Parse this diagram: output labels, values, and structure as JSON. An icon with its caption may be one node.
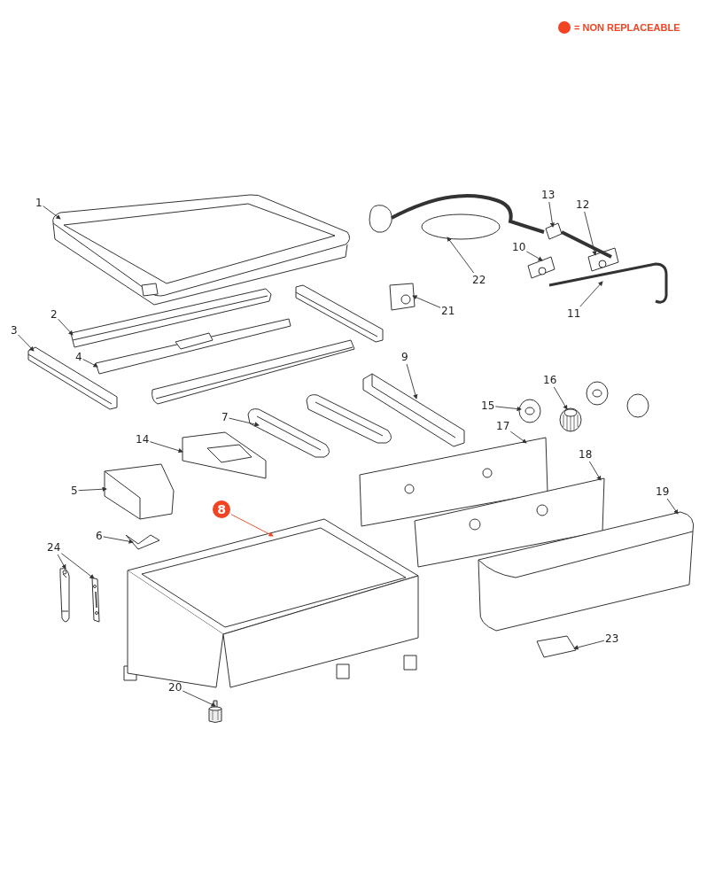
{
  "diagram": {
    "nodes": [
      {
        "text": [
          "1"
        ]
      },
      {
        "text": [
          "2"
        ]
      },
      {
        "text": [
          "3"
        ]
      },
      {
        "text": [
          "4"
        ]
      },
      {
        "text": [
          "5"
        ]
      },
      {
        "text": [
          "6"
        ]
      },
      {
        "text": [
          "7"
        ]
      },
      {
        "text": [
          "8"
        ]
      },
      {
        "text": [
          "9"
        ]
      },
      {
        "text": [
          "10"
        ]
      },
      {
        "text": [
          "11"
        ]
      },
      {
        "text": [
          "12"
        ]
      },
      {
        "text": [
          "13"
        ]
      },
      {
        "text": [
          "14"
        ]
      },
      {
        "text": [
          "15"
        ]
      },
      {
        "text": [
          "16"
        ]
      },
      {
        "text": [
          "17"
        ]
      },
      {
        "text": [
          "18"
        ]
      },
      {
        "text": [
          "19"
        ]
      },
      {
        "text": [
          "20"
        ]
      },
      {
        "text": [
          "21"
        ]
      },
      {
        "text": [
          "22"
        ]
      },
      {
        "text": [
          "23"
        ]
      },
      {
        "text": [
          "24"
        ]
      },
      {
        "text": [],
        "shape": "picture"
      },
      {
        "text": [],
        "shape": "picture"
      },
      {
        "text": [],
        "shape": "picture"
      },
      {
        "text": [],
        "shape": "picture"
      },
      {
        "text": [],
        "shape": "picture"
      },
      {
        "text": [],
        "shape": "picture"
      },
      {
        "text": [],
        "shape": "picture"
      },
      {
        "text": [],
        "shape": "picture"
      },
      {
        "text": [],
        "shape": "picture"
      },
      {
        "text": [],
        "shape": "picture"
      },
      {
        "text": [],
        "shape": "picture"
      },
      {
        "text": [],
        "shape": "picture"
      },
      {
        "text": [],
        "shape": "picture"
      },
      {
        "text": [],
        "shape": "picture"
      },
      {
        "text": [],
        "shape": "picture"
      },
      {
        "text": [],
        "shape": "picture"
      },
      {
        "text": [],
        "shape": "picture"
      },
      {
        "text": [],
        "shape": "picture"
      },
      {
        "text": [],
        "shape": "picture"
      },
      {
        "text": [],
        "shape": "picture"
      },
      {
        "text": [],
        "shape": "picture"
      },
      {
        "text": [],
        "shape": "picture"
      },
      {
        "text": [],
        "shape": "picture"
      },
      {
        "text": [],
        "shape": "picture"
      },
      {
        "text": [],
        "shape": "picture"
      }
    ],
    "edges": [
      {
        "from": 0,
        "to": 24,
        "arrow": "to"
      },
      {
        "from": 1,
        "to": 25,
        "arrow": "to"
      },
      {
        "from": 2,
        "to": 26,
        "arrow": "to"
      },
      {
        "from": 3,
        "to": 27,
        "arrow": "to"
      },
      {
        "from": 4,
        "to": 28,
        "arrow": "to"
      },
      {
        "from": 5,
        "to": 29,
        "arrow": "to"
      },
      {
        "from": 6,
        "to": 30,
        "arrow": "to"
      },
      {
        "from": 7,
        "to": 31,
        "arrow": "to",
        "color": "#f04423"
      },
      {
        "from": 8,
        "to": 32,
        "arrow": "to"
      },
      {
        "from": 9,
        "to": 33,
        "arrow": "to"
      },
      {
        "from": 10,
        "to": 34,
        "arrow": "to"
      },
      {
        "from": 11,
        "to": 35,
        "arrow": "to"
      },
      {
        "from": 12,
        "to": 36,
        "arrow": "to"
      },
      {
        "from": 13,
        "to": 37,
        "arrow": "to"
      },
      {
        "from": 14,
        "to": 38,
        "arrow": "to"
      },
      {
        "from": 15,
        "to": 39,
        "arrow": "to"
      },
      {
        "from": 16,
        "to": 40,
        "arrow": "to"
      },
      {
        "from": 17,
        "to": 41,
        "arrow": "to"
      },
      {
        "from": 18,
        "to": 42,
        "arrow": "to"
      },
      {
        "from": 19,
        "to": 43,
        "arrow": "to"
      },
      {
        "from": 20,
        "to": 44,
        "arrow": "to"
      },
      {
        "from": 21,
        "to": 45,
        "arrow": "to"
      },
      {
        "from": 22,
        "to": 46,
        "arrow": "to"
      },
      {
        "from": 23,
        "to": 47,
        "arrow": "to"
      },
      {
        "from": 23,
        "to": 48,
        "arrow": "to"
      }
    ],
    "legend": [
      {
        "text": "= NON REPLACEABLE",
        "color": "#f04423"
      }
    ]
  }
}
